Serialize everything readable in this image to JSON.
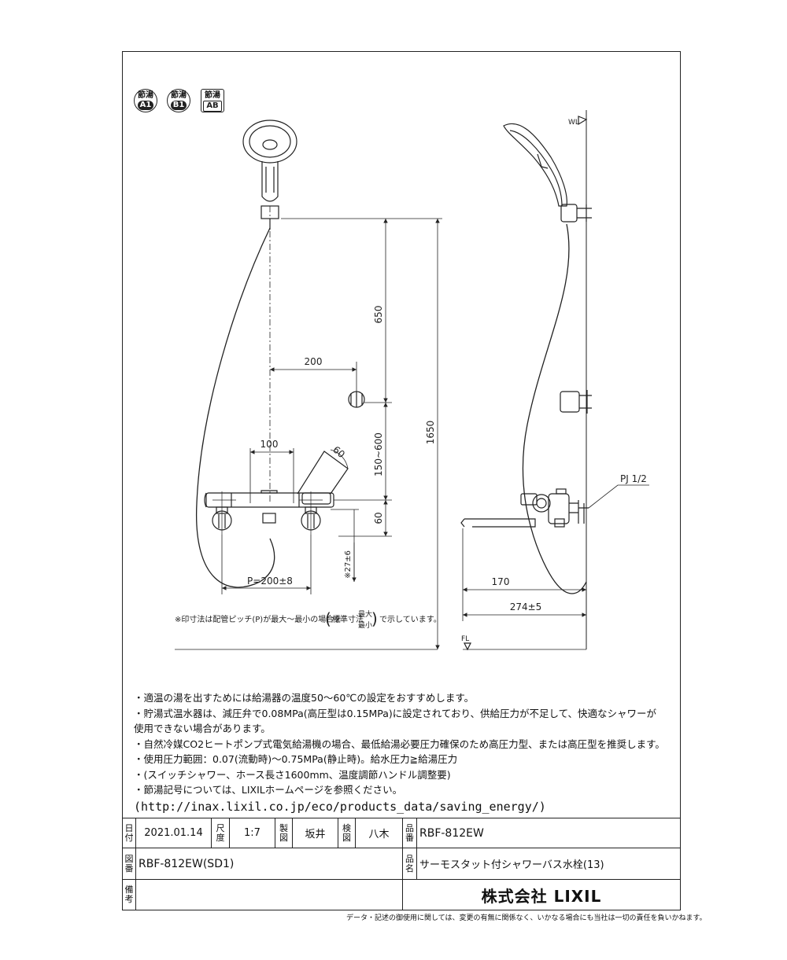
{
  "icons": [
    {
      "name": "saving-hot-water-a1-icon",
      "top": "節湯",
      "bottom": "A1"
    },
    {
      "name": "saving-hot-water-b1-icon",
      "top": "節湯",
      "bottom": "B1"
    },
    {
      "name": "saving-hot-water-ab-icon",
      "top": "節湯",
      "bottom": "AB"
    }
  ],
  "dimensions": {
    "d650": "650",
    "d1650": "1650",
    "d200": "200",
    "d100": "100",
    "d60angle": "60",
    "d150_600": "150~600",
    "d60": "60",
    "d27": "※27±6",
    "pitch": "P=200±8",
    "d170": "170",
    "d274": "274±5",
    "wl": "WL",
    "fl": "FL",
    "pj": "PJ 1/2"
  },
  "dim_note": {
    "pre": "※印寸法は配管ピッチ(P)が最大～最小の場合を",
    "std": "標準寸法",
    "max": "最大",
    "min": "最小",
    "post": "で示しています。"
  },
  "notes": [
    "・適温の湯を出すためには給湯器の温度50～60℃の設定をおすすめします。",
    "・貯湯式温水器は、減圧弁で0.08MPa(高圧型は0.15MPa)に設定されており、供給圧力が不足して、快適なシャワーが",
    "使用できない場合があります。",
    "・自然冷媒CO2ヒートポンプ式電気給湯機の場合、最低給湯必要圧力確保のため高圧力型、または高圧型を推奨します。",
    "・使用圧力範囲：0.07(流動時)～0.75MPa(静止時)。給水圧力≧給湯圧力",
    "・(スイッチシャワー、ホース長さ1600mm、温度調節ハンドル調整要)",
    "・節湯記号については、LIXILホームページを参照ください。"
  ],
  "url": "(http://inax.lixil.co.jp/eco/products_data/saving_energy/)",
  "title_block": {
    "date_label": [
      "日",
      "付"
    ],
    "date": "2021.01.14",
    "scale_label": [
      "尺",
      "度"
    ],
    "scale": "1:7",
    "drawn_label": [
      "製",
      "図"
    ],
    "drawn": "坂井",
    "checked_label": [
      "検",
      "図"
    ],
    "checked": "八木",
    "part_no_label": [
      "品",
      "番"
    ],
    "part_no": "RBF-812EW",
    "drawing_no_label": [
      "図",
      "番"
    ],
    "drawing_no": "RBF-812EW(SD1)",
    "product_name_label": [
      "品",
      "名"
    ],
    "product_name": "サーモスタット付シャワーバス水栓(13)",
    "remarks_label": [
      "備",
      "考"
    ],
    "company": "株式会社 LIXIL"
  },
  "disclaimer": "データ・記述の御使用に関しては、変更の有無に関係なく、いかなる場合にも当社は一切の責任を負いかねます。"
}
